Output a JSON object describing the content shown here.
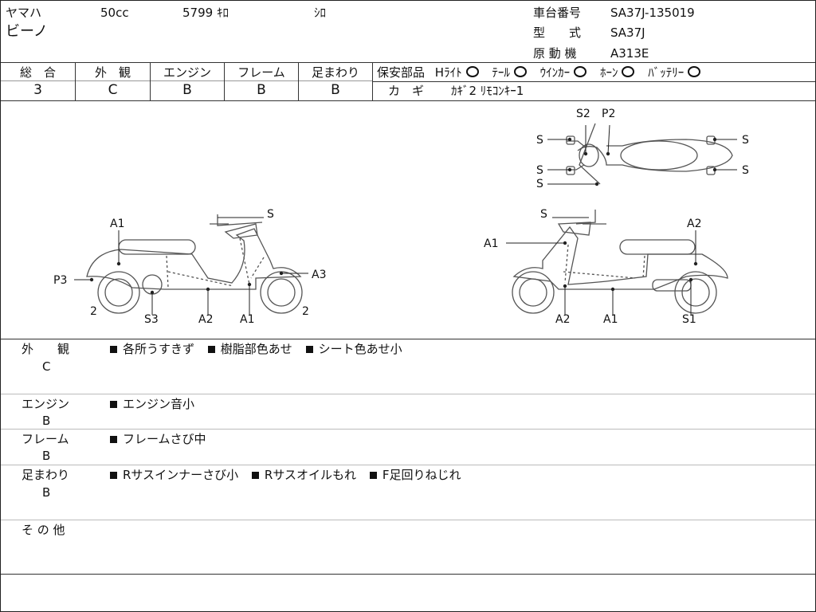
{
  "header": {
    "maker": "ヤマハ",
    "displacement": "50cc",
    "mileage": "5799 ｷﾛ",
    "color": "ｼﾛ",
    "model_name": "ビーノ",
    "frame_no_label": "車台番号",
    "frame_no": "SA37J-135019",
    "type_label": "型　　式",
    "type_value": "SA37J",
    "engine_label": "原 動 機",
    "engine_value": "A313E"
  },
  "grades": [
    {
      "label": "総　合",
      "value": "3"
    },
    {
      "label": "外　観",
      "value": "C"
    },
    {
      "label": "エンジン",
      "value": "B"
    },
    {
      "label": "フレーム",
      "value": "B"
    },
    {
      "label": "足まわり",
      "value": "B"
    }
  ],
  "safety": {
    "label": "保安部品",
    "items": [
      "Hﾗｲﾄ",
      "ﾃｰﾙ",
      "ｳｲﾝｶｰ",
      "ﾎｰﾝ",
      "ﾊﾞｯﾃﾘｰ"
    ],
    "status": [
      "ok",
      "ok",
      "ok",
      "ok",
      "ok"
    ],
    "key_label": "カ　ギ",
    "key_value": "ｶｷﾞ2 ﾘﾓｺﾝｷｰ1"
  },
  "diagram": {
    "left_labels": [
      "S",
      "A1",
      "P3",
      "A3",
      "2",
      "S3",
      "A2",
      "A1",
      "2"
    ],
    "right_labels": [
      "S",
      "A2",
      "A1",
      "A2",
      "A1",
      "S1"
    ],
    "top_labels": [
      "S2",
      "P2",
      "S",
      "S",
      "S",
      "S",
      "S"
    ]
  },
  "notes": [
    {
      "category": "外　　観",
      "grade": "C",
      "items": [
        "各所うすきず",
        "樹脂部色あせ",
        "シート色あせ小"
      ]
    },
    {
      "category": "エンジン",
      "grade": "B",
      "items": [
        "エンジン音小"
      ]
    },
    {
      "category": "フレーム",
      "grade": "B",
      "items": [
        "フレームさび中"
      ]
    },
    {
      "category": "足まわり",
      "grade": "B",
      "items": [
        "Rサスインナーさび小",
        "Rサスオイルもれ",
        "F足回りねじれ"
      ]
    },
    {
      "category": "そ の 他",
      "grade": "",
      "items": []
    }
  ]
}
